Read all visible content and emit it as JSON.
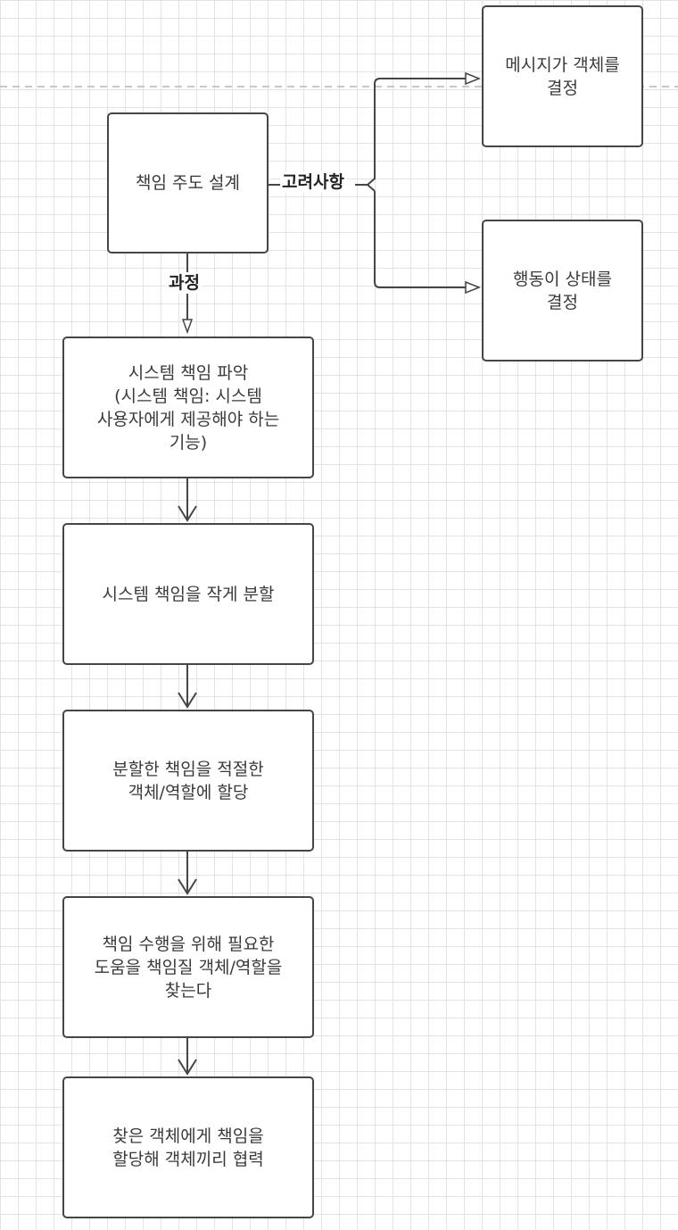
{
  "nodes": {
    "main": "책임 주도 설계",
    "msg": "메시지가 객체를\n결정",
    "behavior": "행동이 상태를\n결정",
    "step1": "시스템 책임 파악\n(시스템 책임: 시스템\n사용자에게 제공해야 하는\n기능)",
    "step2": "시스템 책임을 작게 분할",
    "step3": "분할한 책임을 적절한\n객체/역할에 할당",
    "step4": "책임 수행을 위해 필요한\n도움을 책임질 객체/역할을\n찾는다",
    "step5": "찾은 객체에게 책임을\n할당해 객체끼리 협력"
  },
  "labels": {
    "considerations": "고려사항",
    "process": "과정"
  },
  "colors": {
    "border": "#454545",
    "grid": "#e3e3e3",
    "dashed_guide": "#c8c8c8"
  }
}
